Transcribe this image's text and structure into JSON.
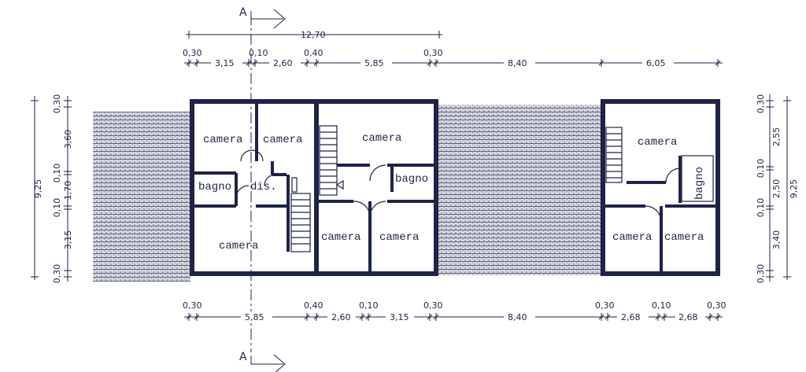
{
  "section_mark": {
    "top_label": "A",
    "bottom_label": "A"
  },
  "top_total": {
    "value": "12,70"
  },
  "top_dims": [
    "0,30",
    "3,15",
    "0,10",
    "2,60",
    "0,40",
    "5,85",
    "0,30",
    "8,40",
    "6,05"
  ],
  "bottom_dims": [
    "0,30",
    "5,85",
    "0,40",
    "2,60",
    "0,10",
    "3,15",
    "0,30",
    "8,40",
    "0,30",
    "2,68",
    "0,10",
    "2,68",
    "0,30"
  ],
  "left_dims": {
    "total": "9,25",
    "parts": [
      "0,30",
      "3,60",
      "0,10",
      "1,70",
      "0,10",
      "3,15",
      "0,30"
    ]
  },
  "right_dims": {
    "total": "9,25",
    "parts": [
      "0,30",
      "2,55",
      "0,10",
      "2,50",
      "0,10",
      "3,40",
      "0,30"
    ]
  },
  "rooms": {
    "a_camera_top_left": "camera",
    "a_camera_top_right": "camera",
    "a_bagno": "bagno",
    "a_dis": "dis.",
    "a_camera_bottom": "camera",
    "b_camera_top": "camera",
    "b_bagno": "bagno",
    "b_camera_bottom_left": "camera",
    "b_camera_bottom_right": "camera",
    "c_camera_top": "camera",
    "c_bagno": "bagno",
    "c_camera_bottom_left": "camera",
    "c_camera_bottom_right": "camera"
  },
  "colors": {
    "ink": "#1e2347",
    "roof_fill": "#b8bcc9"
  }
}
